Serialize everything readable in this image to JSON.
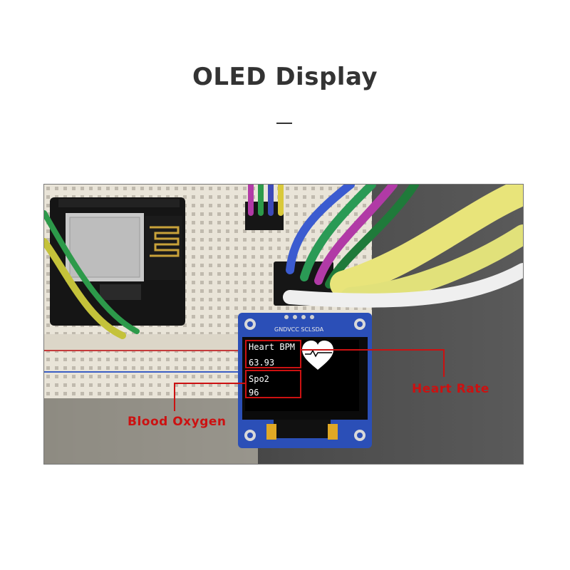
{
  "header": {
    "title": "OLED Display"
  },
  "oled": {
    "header_pins": "GNDVCC SCLSDA",
    "heart_label": "Heart BPM",
    "heart_value": "63.93",
    "spo2_label": "Spo2",
    "spo2_value": "96"
  },
  "annotations": {
    "heart_rate": "Heart Rate",
    "blood_oxygen": "Blood Oxygen"
  },
  "colors": {
    "callout_red": "#cc1111",
    "title_text": "#333333"
  }
}
